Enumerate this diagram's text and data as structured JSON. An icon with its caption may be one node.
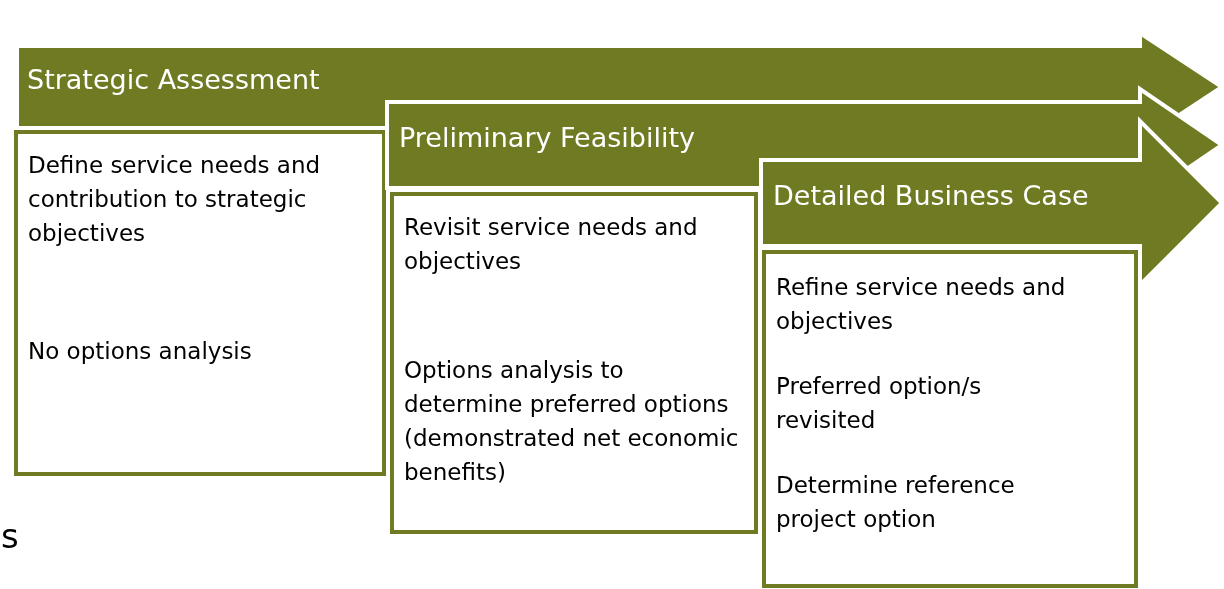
{
  "diagram": {
    "nodes": [
      {
        "text": [
          "Strategic Assessment"
        ]
      },
      {
        "text": [
          "Define service needs and contribution to strategic objectives",
          "No options analysis"
        ]
      },
      {
        "text": [
          "Preliminary Feasibility"
        ]
      },
      {
        "text": [
          "Revisit service needs and objectives",
          "Options analysis to determine preferred options  (demonstrated net economic benefits)"
        ]
      },
      {
        "text": [
          "Detailed Business Case"
        ]
      },
      {
        "text": [
          "Refine service needs and objectives",
          "Preferred option/s revisited",
          "Determine reference project option"
        ]
      }
    ],
    "labels": [
      "s"
    ]
  }
}
